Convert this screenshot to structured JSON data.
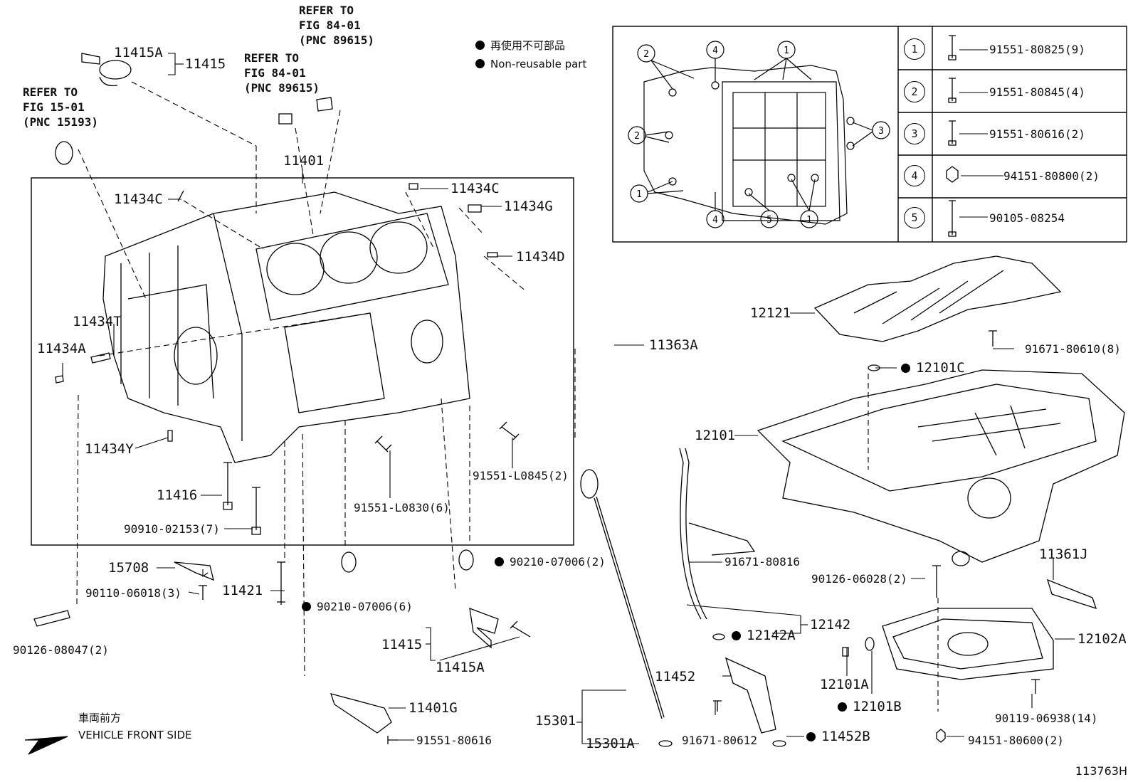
{
  "legend": {
    "jp": "再使用不可部品",
    "en": "Non-reusable part"
  },
  "references": [
    {
      "id": "ref_84_a",
      "text": "REFER TO\nFIG 84-01\n(PNC 89615)"
    },
    {
      "id": "ref_84_b",
      "text": "REFER TO\nFIG 84-01\n(PNC 89615)"
    },
    {
      "id": "ref_15",
      "text": "REFER TO\nFIG 15-01\n(PNC 15193)"
    }
  ],
  "bolt_table": [
    {
      "num": "1",
      "part": "91551-80825(9)"
    },
    {
      "num": "2",
      "part": "91551-80845(4)"
    },
    {
      "num": "3",
      "part": "91551-80616(2)"
    },
    {
      "num": "4",
      "part": "94151-80800(2)"
    },
    {
      "num": "5",
      "part": "90105-08254"
    }
  ],
  "labels": {
    "l11415A_top": "11415A",
    "l11415_top": "11415",
    "l11401": "11401",
    "l11434C_left": "11434C",
    "l11434C_right": "11434C",
    "l11434G": "11434G",
    "l11434D": "11434D",
    "l11434T": "11434T",
    "l11434A": "11434A",
    "l11434Y": "11434Y",
    "l11416": "11416",
    "l90910": "90910-02153(7)",
    "l91551_L0830": "91551-L0830(6)",
    "l91551_L0845": "91551-L0845(2)",
    "l11363A": "11363A",
    "l12121": "12121",
    "l91671_80610": "91671-80610(8)",
    "l12101C": "12101C",
    "l12101": "12101",
    "l15708": "15708",
    "l90110": "90110-06018(3)",
    "l11421": "11421",
    "l90126_08047": "90126-08047(2)",
    "l90210_a": "90210-07006(2)",
    "l90210_b": "90210-07006(6)",
    "l11415_bot": "11415",
    "l11415A_bot": "11415A",
    "l11401G": "11401G",
    "l91551_80616": "91551-80616",
    "l15301": "15301",
    "l15301A": "15301A",
    "l91671_80612": "91671-80612",
    "l11452": "11452",
    "l11452B": "11452B",
    "l91671_80816": "91671-80816",
    "l12142": "12142",
    "l12142A": "12142A",
    "l90126_06028": "90126-06028(2)",
    "l11361J": "11361J",
    "l12102A": "12102A",
    "l12101A": "12101A",
    "l12101B": "12101B",
    "l90119": "90119-06938(14)",
    "l94151": "94151-80600(2)"
  },
  "front": {
    "jp": "車両前方",
    "en": "VEHICLE FRONT SIDE"
  },
  "figure_id": "113763H"
}
